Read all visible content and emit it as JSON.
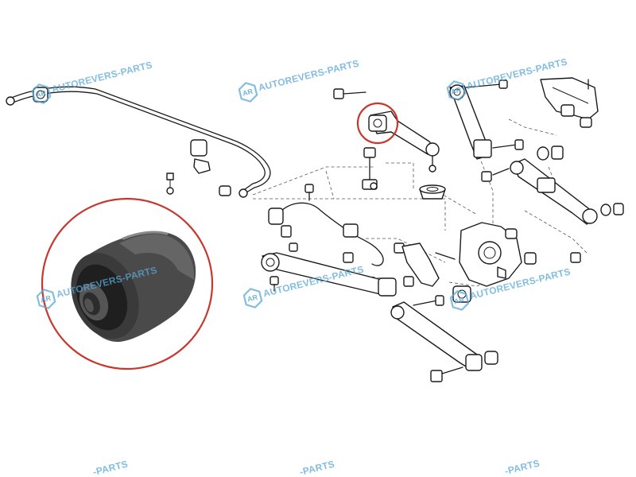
{
  "watermark": {
    "text": "AUTOREVERS-PARTS",
    "partial_text": "-PARTS",
    "logo_letters": "AR",
    "color": "#5aa7d6"
  },
  "callout_color": "#c8372d",
  "illustration": {
    "subject": "rear-suspension-exploded-view",
    "highlighted_part": "control-arm-bushing"
  }
}
